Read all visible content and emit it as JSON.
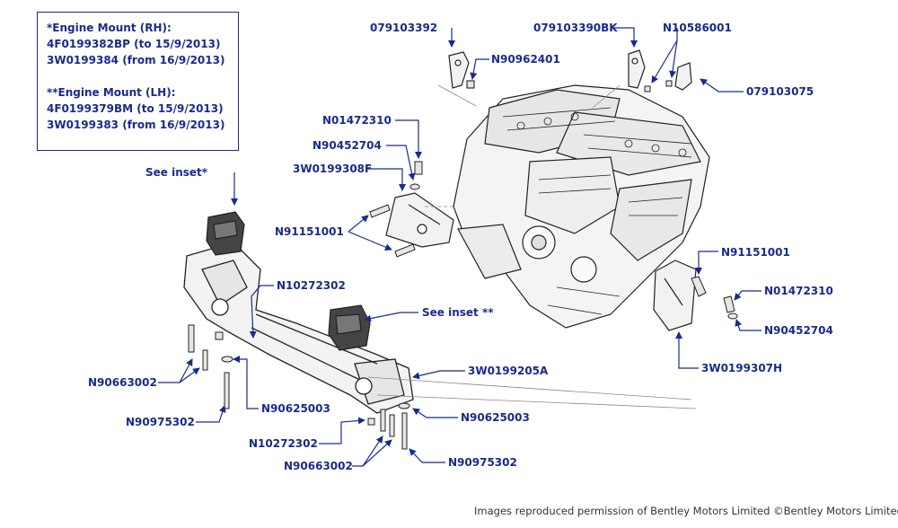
{
  "info_box": {
    "rh_title": "*Engine Mount (RH):",
    "rh_line1": "4F0199382BP (to 15/9/2013)",
    "rh_line2": "3W0199384 (from 16/9/2013)",
    "lh_title": "**Engine Mount (LH):",
    "lh_line1": "4F0199379BM (to 15/9/2013)",
    "lh_line2": "3W0199383 (from 16/9/2013)"
  },
  "labels": {
    "p079103392": "079103392",
    "p079103390bk": "079103390BK",
    "n10586001": "N10586001",
    "n90962401": "N90962401",
    "p079103075": "079103075",
    "n01472310_top": "N01472310",
    "n90452704_top": "N90452704",
    "p3w0199308f": "3W0199308F",
    "see_inset_rh": "See inset*",
    "n91151001_left": "N91151001",
    "n91151001_right": "N91151001",
    "n01472310_right": "N01472310",
    "n90452704_right": "N90452704",
    "n10272302_top": "N10272302",
    "see_inset_lh": "See inset **",
    "p3w0199205a": "3W0199205A",
    "p3w0199307h": "3W0199307H",
    "n90663002_left": "N90663002",
    "n90975302_left": "N90975302",
    "n90625003_left": "N90625003",
    "n90625003_right": "N90625003",
    "n10272302_bottom": "N10272302",
    "n90663002_bottom": "N90663002",
    "n90975302_right": "N90975302"
  },
  "credit": "Images reproduced permission of Bentley Motors Limited ©Bentley Motors Limited",
  "colors": {
    "label": "#1a2a8c",
    "line": "#1a2a8c",
    "drawing": "#222222"
  }
}
